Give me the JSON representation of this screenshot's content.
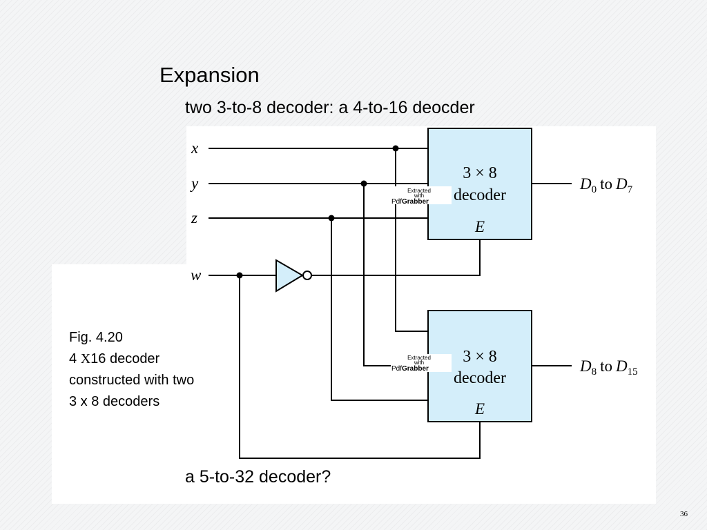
{
  "bullets": {
    "heading_glyph": "",
    "sub_glyph": ""
  },
  "heading": "Expansion",
  "subpoints": [
    "two 3-to-8 decoder: a 4-to-16 deocder",
    "a 5-to-32 decoder?"
  ],
  "caption": {
    "line1": "Fig. 4.20",
    "line2_prefix": "4 ",
    "line2_symbol": "X",
    "line2_suffix": "16 decoder",
    "line3": "constructed with two",
    "line4": "3 x 8 decoders"
  },
  "diagram": {
    "inputs": [
      "x",
      "y",
      "z",
      "w"
    ],
    "decoders": [
      {
        "size": "3 × 8",
        "name": "decoder",
        "enable": "E",
        "out_d": "D",
        "out_from": "0",
        "out_to_word": "to",
        "out_to": "7"
      },
      {
        "size": "3 × 8",
        "name": "decoder",
        "enable": "E",
        "out_d": "D",
        "out_from": "8",
        "out_to_word": "to",
        "out_to": "15"
      }
    ],
    "watermark": {
      "line1": "Extracted",
      "line2": "with",
      "brand_a": "Pdf",
      "brand_b": "Grabber"
    },
    "colors": {
      "box_fill": "#d4eefa",
      "stroke": "#000000"
    }
  },
  "slide_number": "36"
}
